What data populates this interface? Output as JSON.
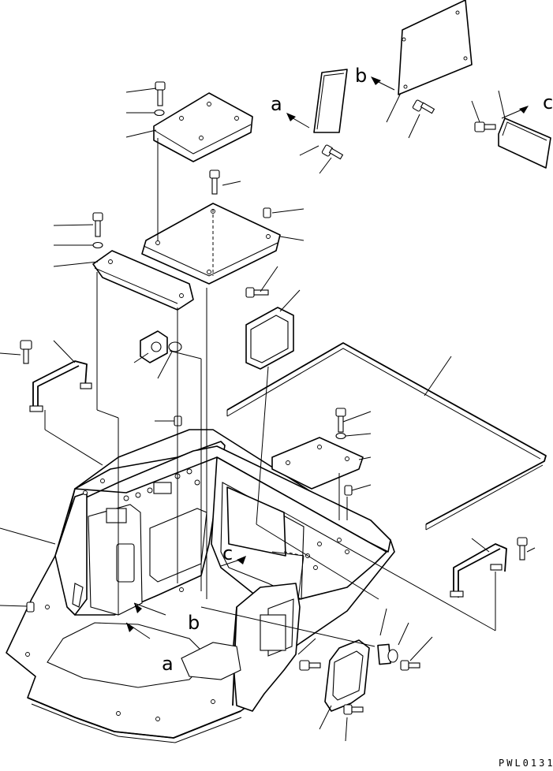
{
  "diagram": {
    "callouts": {
      "a_top": "a",
      "b_top": "b",
      "c_top": "c",
      "a_bottom": "a",
      "b_bottom": "b",
      "c_bottom": "c"
    },
    "drawing_code": "PWL0131"
  }
}
